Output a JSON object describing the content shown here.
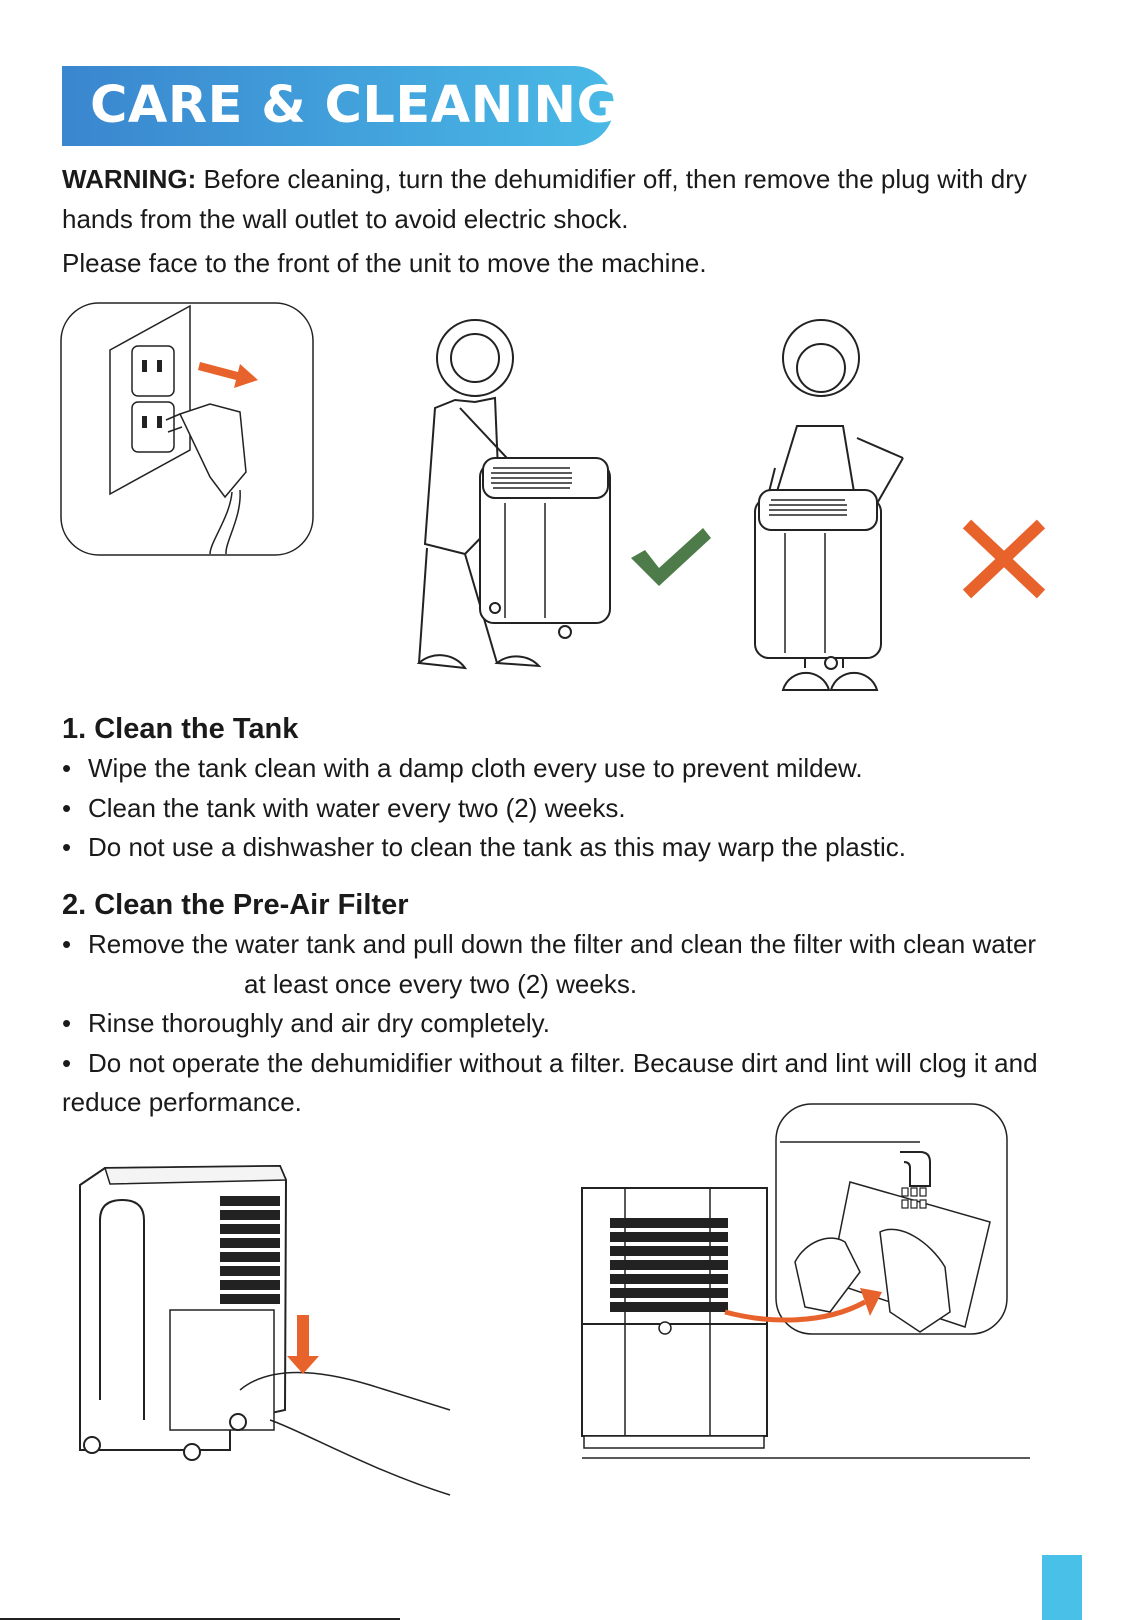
{
  "header": {
    "title": "CARE & CLEANING"
  },
  "warning": {
    "label": "WARNING:",
    "text": " Before cleaning, turn the dehumidifier off, then remove the plug with dry hands from the wall outlet to avoid electric shock."
  },
  "move_note": "Please face to the front of the unit to move the machine.",
  "section1": {
    "heading": "1. Clean the Tank",
    "items": [
      "Wipe the tank clean with a damp cloth every use to prevent mildew.",
      "Clean the tank with water every two (2) weeks.",
      "Do not use a dishwasher to clean the tank as this may warp the plastic."
    ]
  },
  "section2": {
    "heading": "2. Clean the Pre-Air Filter",
    "item1_part1": "Remove the water tank and pull down the filter and clean the filter with clean water",
    "item1_part2": "at least once every two (2) weeks.",
    "item2": "Rinse thoroughly and air dry completely.",
    "item3": "Do not operate the dehumidifier without a filter. Because dirt and lint will clog it and reduce performance."
  },
  "bullet": "•",
  "icons": {
    "correct": "checkmark-icon",
    "incorrect": "cross-icon",
    "direction": "arrow-icon"
  },
  "colors": {
    "banner_start": "#3a86cf",
    "banner_end": "#49b9e6",
    "arrow_orange": "#e8622c",
    "check_green": "#4e7b4a",
    "tab_blue": "#49c0e8"
  }
}
